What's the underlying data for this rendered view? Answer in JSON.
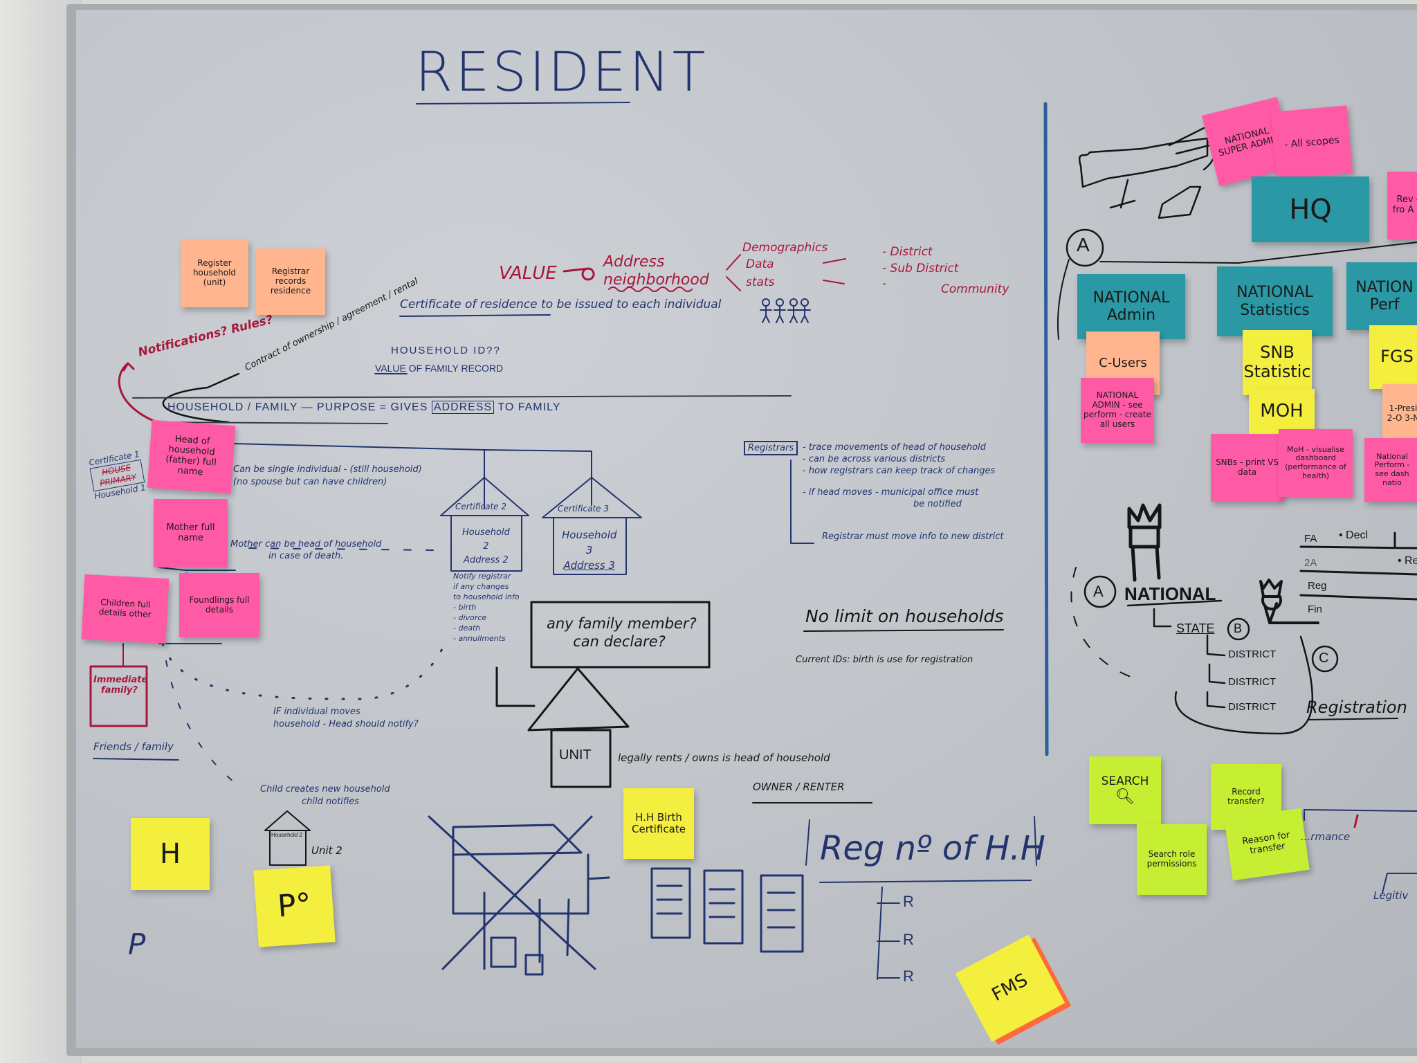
{
  "title": "RESIDENT",
  "value_section": {
    "value": "VALUE",
    "address": "Address",
    "neighborhood": "neighborhood",
    "demographics": "Demographics",
    "data": "Data",
    "stats": "stats",
    "district": "- District",
    "sub_district": "- Sub District",
    "dash": "-",
    "community": "Community"
  },
  "certificate_note": "Certificate of residence to be issued to each individual",
  "notifications": "Notifications? Rules?",
  "contract_note": "Contract of ownership / agreement / rental",
  "household_id": "HOUSEHOLD ID??",
  "value_family": "VALUE OF FAMILY RECORD",
  "household_family": "HOUSEHOLD / FAMILY  —  PURPOSE = GIVES",
  "address_boxed": "ADDRESS",
  "to_family": "TO FAMILY",
  "certificate_household": [
    "Certificate 1",
    "HOUSE",
    "PRIMARY",
    "Household 1"
  ],
  "single_individual": [
    "Can be single individual - (still household)",
    "(no spouse but can have children)"
  ],
  "mother_head": [
    "Mother can be head of household",
    "in case of death."
  ],
  "houses": [
    {
      "cert": "Certificate 2",
      "household": "Household",
      "num": "2",
      "address": "Address 2"
    },
    {
      "cert": "Certificate 3",
      "household": "Household",
      "num": "3",
      "address": "Address 3"
    }
  ],
  "notify_registrar": [
    "Notify registrar",
    "if any changes",
    "to household info",
    "- birth",
    "- divorce",
    "- death",
    "- annullments"
  ],
  "question_box": [
    "any family member?",
    "can declare?"
  ],
  "unit_label": "UNIT",
  "unit_note": "legally rents / owns  is head of household",
  "owner_renter": "OWNER / RENTER",
  "no_limit": "No limit on households",
  "current_ids": "Current IDs:  birth is use for registration",
  "registrars": {
    "label": "Registrars",
    "items": [
      "- trace movements of head of household",
      "- can be across various districts",
      "- how registrars can keep track of changes",
      "- if head moves - municipal office must",
      "be notified",
      "Registrar must move info to new district"
    ]
  },
  "individual_moves": [
    "IF individual moves",
    "household - Head should notify?"
  ],
  "immediate_family": "Immediate family?",
  "friends_family": "Friends / family",
  "child_new_household": [
    "Child creates new household",
    "child notifies"
  ],
  "small_house": {
    "household": "Household 2",
    "unit": "Unit 2"
  },
  "reg_hh": "Reg nº of H.H",
  "reg_r": [
    "R",
    "R",
    "R"
  ],
  "p_mark": "P",
  "left_stickies": [
    {
      "text": "Register household (unit)"
    },
    {
      "text": "Registrar records residence"
    },
    {
      "text": "Head of household (father) full name"
    },
    {
      "text": "Mother full name"
    },
    {
      "text": "Children full details other"
    },
    {
      "text": "Foundlings full details"
    },
    {
      "text": "H"
    },
    {
      "text": "P°"
    },
    {
      "text": "H.H Birth Certificate"
    },
    {
      "text": "FMS"
    }
  ],
  "right_panel": {
    "super_admin": "NATIONAL SUPER ADMIN",
    "all_scopes": "- All scopes",
    "rev": "Rev - fro A N",
    "hq": "HQ",
    "circle_a": "A",
    "national_admin": "NATIONAL Admin",
    "national_statistics": "NATIONAL Statistics",
    "national_perf": "NATION Perf",
    "c_users": "C-Users",
    "national_admin_note": "NATIONAL ADMIN - see perform - create all users",
    "snb": "SNB Statistic",
    "moh": "MOH",
    "fgs": "FGS",
    "presi": "1-Presi 2-O 3-N",
    "snbs_note": "SNBs - print VS data",
    "moh_note": "MoH - visualise dashboard (performance of health)",
    "national_perf_note": "National Perform - see dash natio",
    "national": "NATIONAL",
    "state": "STATE",
    "b": "B",
    "c": "C",
    "districts": [
      "DISTRICT",
      "DISTRICT",
      "DISTRICT"
    ],
    "registration": "Registration",
    "table": [
      "FA",
      "• Decl",
      "2A",
      "• Re",
      "Reg",
      "Fin"
    ],
    "search": "SEARCH",
    "search_role": "Search role permissions",
    "record_transfer": "Record transfer?",
    "reason_transfer": "Reason for transfer",
    "performance": "...rmance",
    "legitiv": "Legitiv"
  }
}
